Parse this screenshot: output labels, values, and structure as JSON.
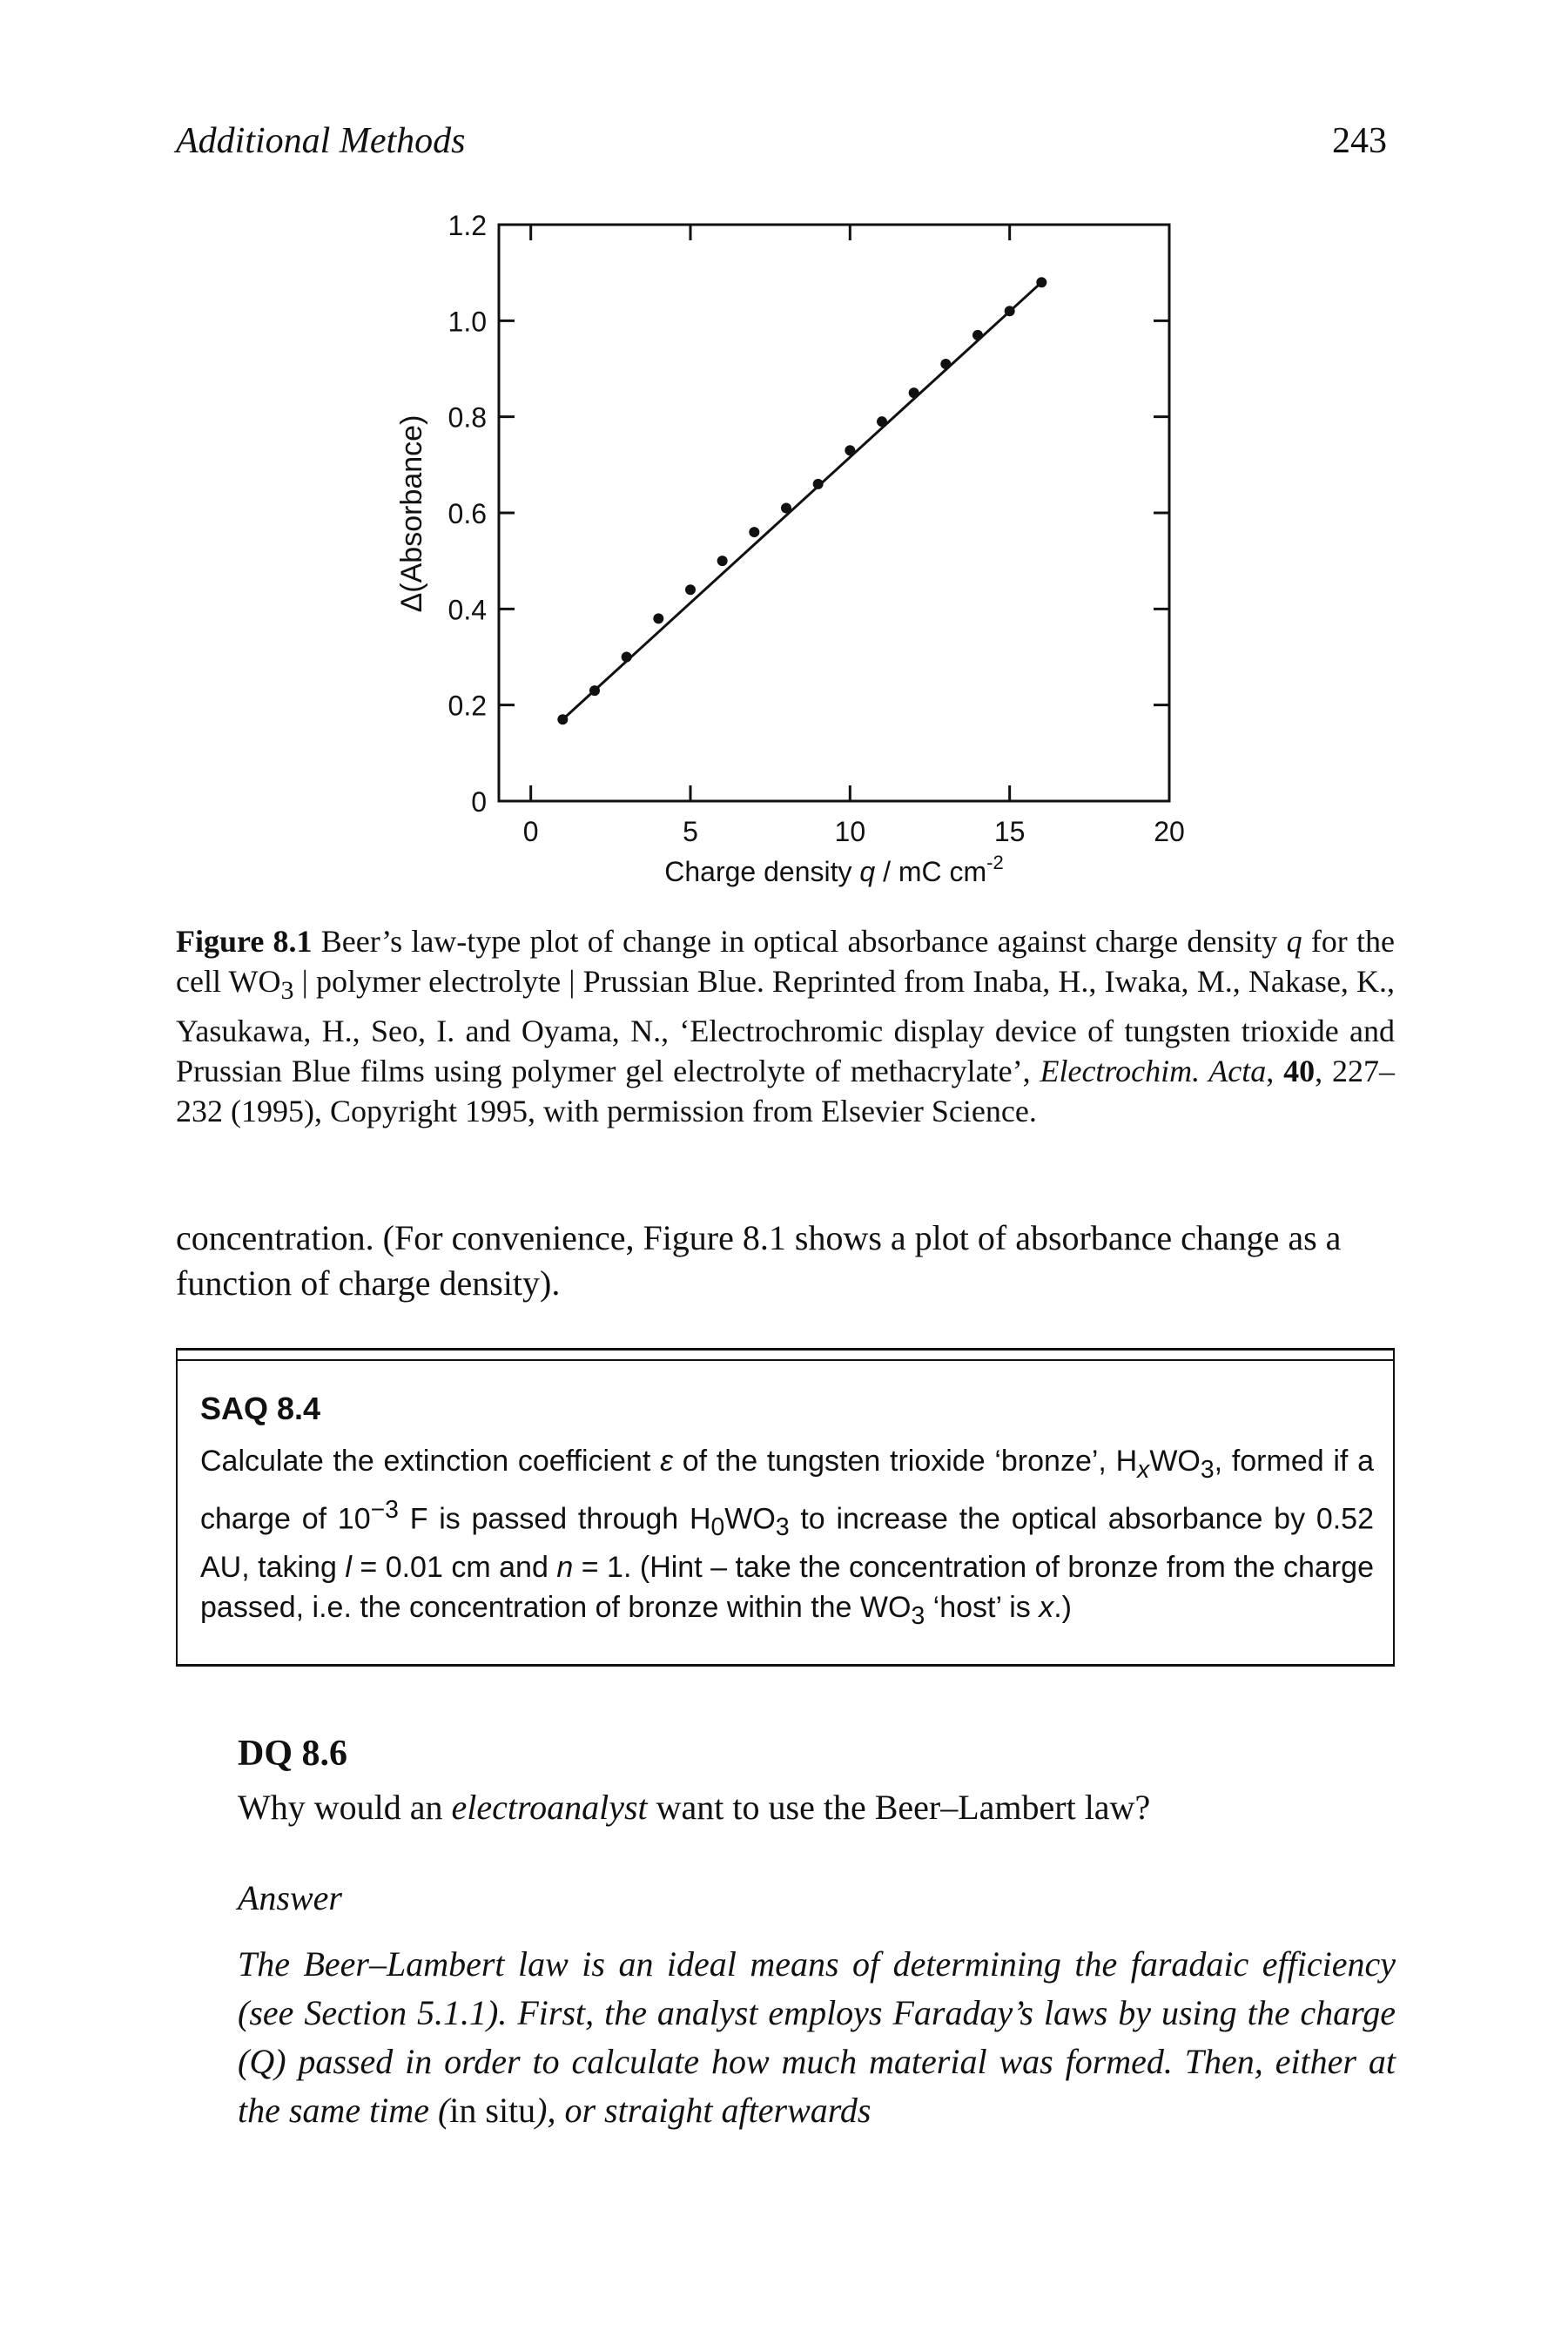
{
  "header": {
    "section": "Additional Methods",
    "page_number": "243"
  },
  "chart_data": {
    "type": "scatter",
    "xlabel_main": "Charge density ",
    "xlabel_var": "q",
    "xlabel_unit": " / mC cm",
    "xlabel_exp": "-2",
    "ylabel": "Δ(Absorbance)",
    "xlim": [
      -1,
      20
    ],
    "ylim": [
      0,
      1.2
    ],
    "x_ticks": [
      "0",
      "5",
      "10",
      "15",
      "20"
    ],
    "y_ticks": [
      "0",
      "0.2",
      "0.4",
      "0.6",
      "0.8",
      "1.0",
      "1.2"
    ],
    "grid": false,
    "line": "straight line through points",
    "points": [
      {
        "x": 1.0,
        "y": 0.17
      },
      {
        "x": 2.0,
        "y": 0.23
      },
      {
        "x": 3.0,
        "y": 0.3
      },
      {
        "x": 4.0,
        "y": 0.38
      },
      {
        "x": 5.0,
        "y": 0.44
      },
      {
        "x": 6.0,
        "y": 0.5
      },
      {
        "x": 7.0,
        "y": 0.56
      },
      {
        "x": 8.0,
        "y": 0.61
      },
      {
        "x": 9.0,
        "y": 0.66
      },
      {
        "x": 10.0,
        "y": 0.73
      },
      {
        "x": 11.0,
        "y": 0.79
      },
      {
        "x": 12.0,
        "y": 0.85
      },
      {
        "x": 13.0,
        "y": 0.91
      },
      {
        "x": 14.0,
        "y": 0.97
      },
      {
        "x": 15.0,
        "y": 1.02
      },
      {
        "x": 16.0,
        "y": 1.08
      }
    ]
  },
  "caption": {
    "label": "Figure 8.1",
    "text1": " Beer’s law-type plot of change in optical absorbance against charge density ",
    "var_q": "q",
    "text2": " for the cell WO",
    "sub3": "3",
    "text3": " | polymer electrolyte | Prussian Blue. Reprinted from Inaba, H., Iwaka, M., Nakase, K., Yasukawa, H., Seo, I. and Oyama, N., ‘Electrochromic display device of tungsten trioxide and Prussian Blue films using polymer gel electrolyte of methacrylate’, ",
    "journal": "Electrochim. Acta",
    "text4": ", ",
    "volume": "40",
    "text5": ", 227–232 (1995), Copyright 1995, with permission from Elsevier Science."
  },
  "body_text": "concentration. (For convenience, Figure 8.1 shows a plot of absorbance change as a function of charge density).",
  "saq": {
    "title": "SAQ 8.4",
    "t1": "Calculate the extinction coefficient ",
    "eps": "ε",
    "t2": " of the tungsten trioxide ‘bronze’, H",
    "sub_x": "x",
    "t3": "WO",
    "sub_3a": "3",
    "t4": ", formed if a charge of 10",
    "sup_m3": "−3",
    "t5": " F is passed through H",
    "sub_0": "0",
    "t6": "WO",
    "sub_3b": "3",
    "t7": " to increase the optical absorbance by 0.52 AU, taking ",
    "var_l": "l",
    "t8": " = 0.01 cm and ",
    "var_n": "n",
    "t9": " = 1. (Hint – take the concentration of bronze from the charge passed, i.e. the concentration of bronze within the WO",
    "sub_3c": "3",
    "t10": " ‘host’ is ",
    "var_x": "x",
    "t11": ".)"
  },
  "dq": {
    "title": "DQ 8.6",
    "t1": "Why would an ",
    "emph": "electroanalyst",
    "t2": " want to use the Beer–Lambert law?"
  },
  "answer": {
    "label": "Answer",
    "a1": "The Beer–Lambert law is an ideal means of determining the faradaic efficiency (see Section 5.1.1). First, the analyst employs Faraday’s laws by using the charge (Q) passed in order to calculate how much material was formed. Then, either at the same time (",
    "insitu": "in situ",
    "a2": "), or straight afterwards"
  }
}
